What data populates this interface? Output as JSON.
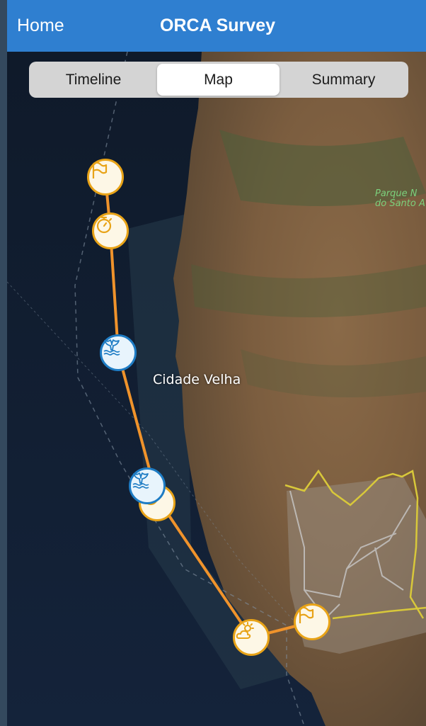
{
  "header": {
    "home_label": "Home",
    "title": "ORCA Survey"
  },
  "tabs": [
    {
      "label": "Timeline",
      "active": false
    },
    {
      "label": "Map",
      "active": true
    },
    {
      "label": "Summary",
      "active": false
    }
  ],
  "map": {
    "place_labels": {
      "town": "Cidade Velha",
      "park_line1": "Parque N",
      "park_line2": "do Santo A"
    },
    "route_color": "#f0932b",
    "marker_colors": {
      "event": "#e8a317",
      "sighting": "#1e7cc4"
    },
    "markers": [
      {
        "icon": "flag-icon",
        "kind": "event"
      },
      {
        "icon": "stopwatch-icon",
        "kind": "event"
      },
      {
        "icon": "whale-tail-icon",
        "kind": "sighting"
      },
      {
        "icon": "stopwatch-icon",
        "kind": "event"
      },
      {
        "icon": "whale-tail-icon",
        "kind": "sighting"
      },
      {
        "icon": "weather-icon",
        "kind": "event"
      },
      {
        "icon": "flag-icon",
        "kind": "event"
      }
    ]
  }
}
